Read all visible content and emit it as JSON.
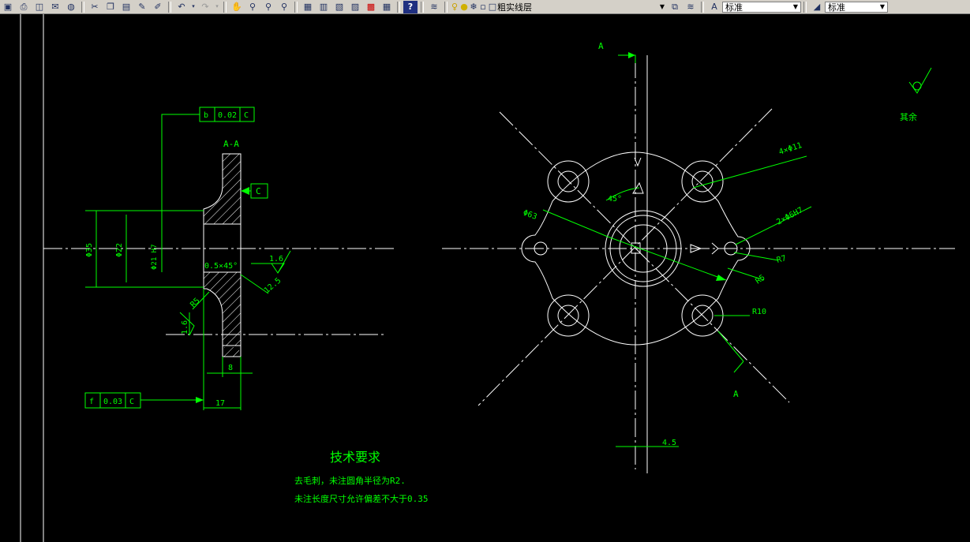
{
  "toolbar": {
    "icons": [
      "save-icon",
      "print-icon",
      "plot-preview-icon",
      "publish-icon",
      "globe-icon",
      "cut-icon",
      "copy-icon",
      "paste-icon",
      "match-properties-icon",
      "block-editor-icon",
      "undo-icon",
      "redo-icon",
      "pan-icon",
      "zoom-realtime-icon",
      "zoom-window-icon",
      "zoom-previous-icon",
      "properties-icon",
      "design-center-icon",
      "tool-palettes-icon",
      "sheet-set-icon",
      "markup-icon",
      "calculator-icon",
      "help-icon",
      "layer-manager-icon",
      "bulb-icon",
      "sun-icon",
      "freeze-icon",
      "lock-icon",
      "color-icon"
    ],
    "layer_name": "粗实线层",
    "style_1": "标准",
    "style_2": "标准"
  },
  "drawing": {
    "section_label": "A-A",
    "view_mark_top": "A",
    "view_mark_bottom": "A",
    "fcf_top": [
      "b",
      "0.02",
      "C"
    ],
    "fcf_bottom": [
      "f",
      "0.03",
      "C"
    ],
    "datum_c": "C",
    "dim_phi35": "Φ35",
    "dim_phi22": "Φ22",
    "dim_phi21h7": "Φ21 H7",
    "dim_chamfer": "0.5×45°",
    "dim_r5_left": "R5",
    "dim_8": "8",
    "dim_17": "17",
    "rough_16_a": "1.6",
    "rough_125": "12.5",
    "rough_16_b": "1.6",
    "dim_phi63": "Φ63",
    "dim_45deg": "45°",
    "dim_4xphi11": "4×Φ11",
    "dim_2xphi6h7": "2×Φ6H7",
    "dim_r7": "R7",
    "dim_r5_right": "R5",
    "dim_r10": "R10",
    "dim_45": "4.5",
    "rough_other": "其余",
    "tech_title": "技术要求",
    "tech_line1": "去毛刺，未注圆角半径为R2.",
    "tech_line2": "未注长度尺寸允许偏差不大于0.35"
  }
}
